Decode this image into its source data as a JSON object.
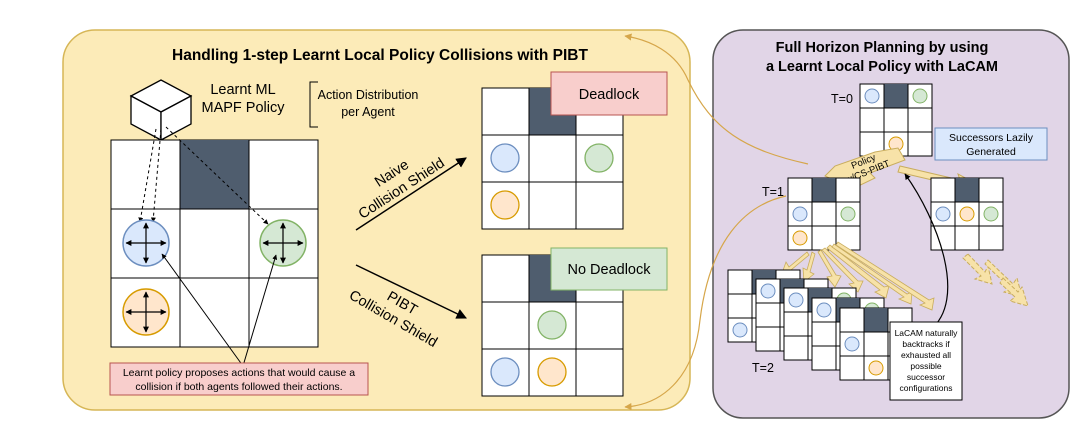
{
  "left_panel": {
    "title": "Handling 1-step Learnt Local Policy Collisions with PIBT",
    "model_label_line1": "Learnt ML",
    "model_label_line2": "MAPF Policy",
    "output_label_line1": "Action Distribution",
    "output_label_line2": "per Agent",
    "naive_label_line1": "Naive",
    "naive_label_line2": "Collision Shield",
    "pibt_label_line1": "PIBT",
    "pibt_label_line2": "Collision Shield",
    "deadlock_label": "Deadlock",
    "no_deadlock_label": "No Deadlock",
    "note_line1": "Learnt policy proposes actions that would cause a",
    "note_line2": "collision if both agents followed their actions."
  },
  "right_panel": {
    "title_line1": "Full Horizon Planning by using",
    "title_line2": "a Learnt Local Policy with LaCAM",
    "t0_label": "T=0",
    "t1_label": "T=1",
    "t2_label": "T=2",
    "policy_arrow_line1": "Policy",
    "policy_arrow_line2": "w/CS-PIBT",
    "successors_line1": "Successors Lazily",
    "successors_line2": "Generated",
    "backtrack_lines": [
      "LaCAM naturally",
      "backtracks if",
      "exhausted all",
      "possible",
      "successor",
      "configurations"
    ]
  },
  "colors": {
    "left_panel_bg": "#fcebb8",
    "left_panel_border": "#d6b656",
    "right_panel_bg": "#e1d5e7",
    "right_panel_border": "#555555",
    "obstacle": "#4f5d6e",
    "agent_blue": "#dae8fc",
    "agent_blue_border": "#6c8ebf",
    "agent_green": "#d5e8d4",
    "agent_green_border": "#82b366",
    "agent_orange": "#ffe6cc",
    "agent_orange_border": "#d79b00",
    "deadlock_bg": "#f8cecc",
    "deadlock_border": "#b85450",
    "no_deadlock_bg": "#d5e8d4",
    "no_deadlock_border": "#82b366",
    "arrow_fill": "#f7e2a8",
    "arrow_border": "#c9ad5e"
  }
}
